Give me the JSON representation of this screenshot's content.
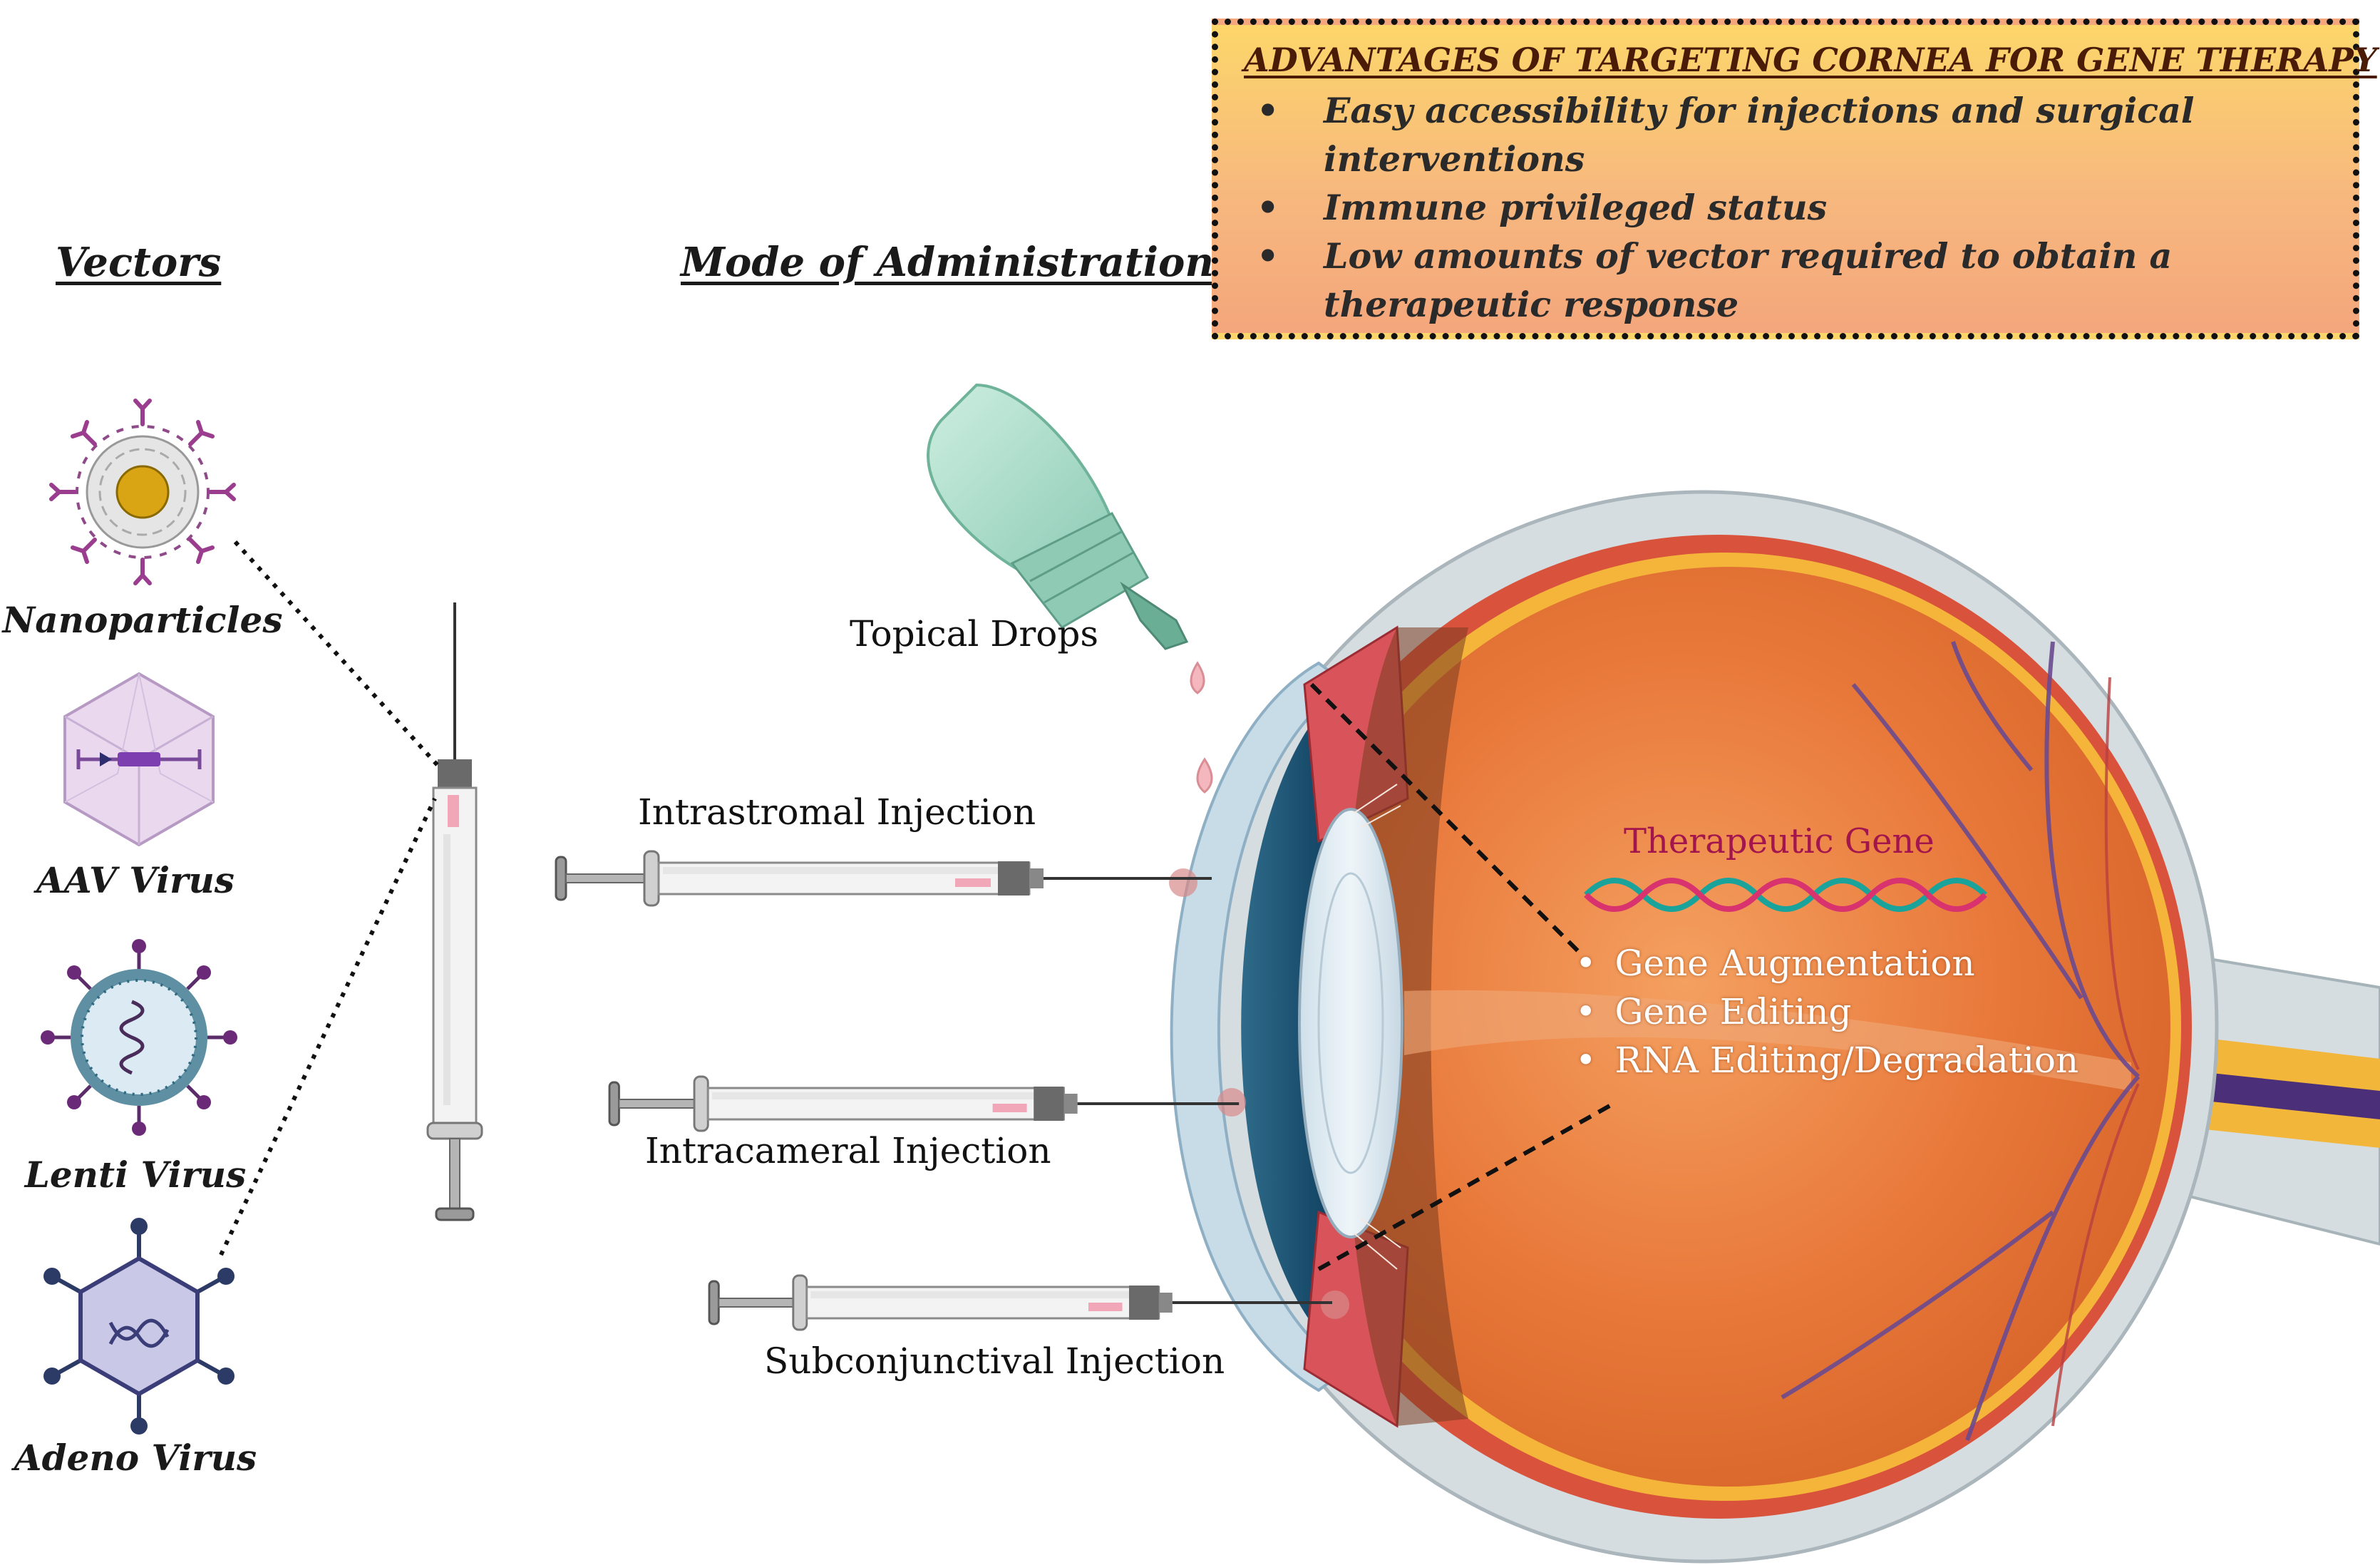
{
  "advantages": {
    "title": "ADVANTAGES OF TARGETING CORNEA FOR GENE THERAPY",
    "items": [
      "Easy accessibility for injections and surgical interventions",
      "Immune privileged status",
      "Low amounts of vector required to obtain a therapeutic response"
    ]
  },
  "vectors": {
    "heading": "Vectors",
    "items": [
      {
        "label": "Nanoparticles",
        "icon": "nanoparticle-icon"
      },
      {
        "label": "AAV Virus",
        "icon": "aav-virus-icon"
      },
      {
        "label": "Lenti Virus",
        "icon": "lenti-virus-icon"
      },
      {
        "label": "Adeno Virus",
        "icon": "adeno-virus-icon"
      }
    ]
  },
  "administration": {
    "heading": "Mode of Administration",
    "topical": "Topical Drops",
    "intrastromal": "Intrastromal Injection",
    "intracameral": "Intracameral Injection",
    "subconjunctival": "Subconjunctival Injection"
  },
  "therapy": {
    "gene_label": "Therapeutic Gene",
    "approaches": [
      "Gene Augmentation",
      "Gene Editing",
      "RNA Editing/Degradation"
    ]
  },
  "colors": {
    "eye_orange": "#e8783a",
    "sclera_grey": "#d5dde0",
    "vessel_purple": "#6b4a8e",
    "box_yellow": "#fcd66a",
    "box_peach": "#f4a67c",
    "drop_bottle": "#a8dcc8",
    "dna_pink": "#d8336e",
    "dna_teal": "#1aa39a"
  }
}
